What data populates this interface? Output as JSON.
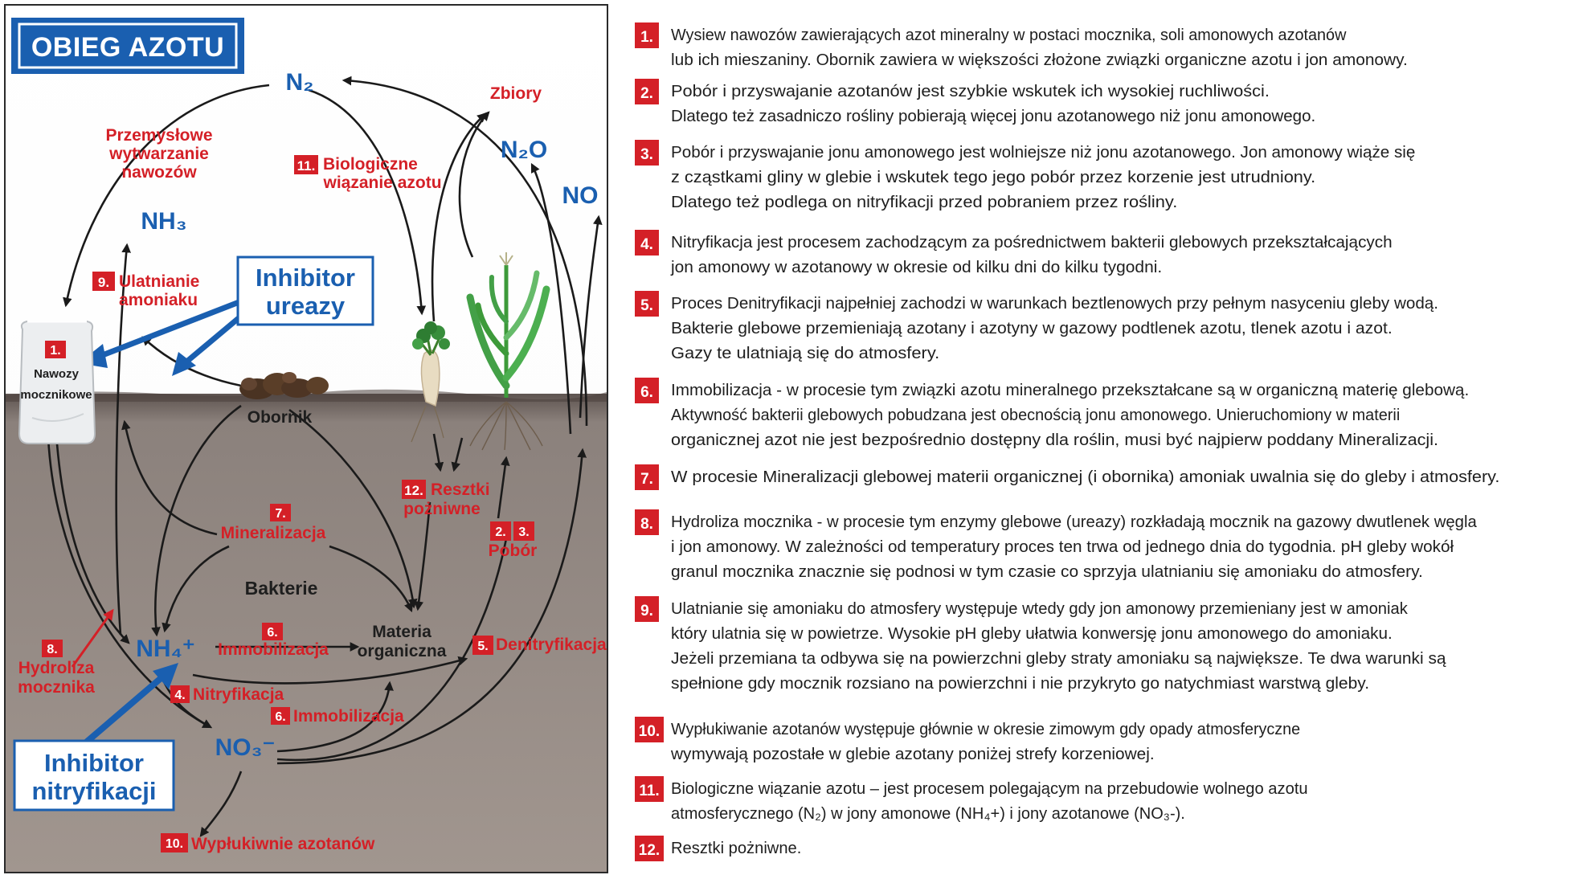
{
  "title": "OBIEG AZOTU",
  "compounds": {
    "n2": "N₂",
    "n2o": "N₂O",
    "no": "NO",
    "nh3": "NH₃",
    "nh4": "NH₄⁺",
    "no3": "NO₃⁻"
  },
  "labels": {
    "harvest": "Zbiory",
    "industrial": [
      "Przemysłowe",
      "wytwarzanie",
      "nawozów"
    ],
    "bio_fix": [
      "Biologiczne",
      "wiązanie azotu"
    ],
    "volatil": [
      "Ulatnianie",
      "amoniaku"
    ],
    "manure": "Obornik",
    "fert_bag": [
      "Nawozy",
      "mocznikowe"
    ],
    "residues": [
      "Resztki",
      "pożniwne"
    ],
    "mineral": "Mineralizacja",
    "uptake": "Pobór",
    "bacteria": "Bakterie",
    "immob1": "Immobilizacja",
    "immob2": "Immobilizacja",
    "organic": [
      "Materia",
      "organiczna"
    ],
    "denitr": "Denitryfikacja",
    "hydrolysis": [
      "Hydroliza",
      "mocznika"
    ],
    "nitrif": "Nitryfikacja",
    "leaching": "Wypłukiwnie azotanów",
    "inhib_urease": [
      "Inhibitor",
      "ureazy"
    ],
    "inhib_nitrif": [
      "Inhibitor",
      "nitryfikacji"
    ]
  },
  "badges": {
    "b1": "1.",
    "b2": "2.",
    "b3": "3.",
    "b4": "4.",
    "b5": "5.",
    "b6a": "6.",
    "b6b": "6.",
    "b7": "7.",
    "b8": "8.",
    "b9": "9.",
    "b10": "10.",
    "b11": "11.",
    "b12": "12."
  },
  "legend": [
    {
      "num": "1.",
      "lines": [
        "Wysiew nawozów zawierających azot mineralny w  postaci mocznika, soli amonowych azotanów",
        "lub ich mieszaniny. Obornik zawiera w większości złożone związki organiczne azotu i jon amonowy."
      ]
    },
    {
      "num": "2.",
      "lines": [
        "Pobór i przyswajanie azotanów   jest szybkie wskutek ich wysokiej ruchliwości.",
        "Dlatego też zasadniczo rośliny pobierają więcej jonu azotanowego niż jonu amonowego."
      ]
    },
    {
      "num": "3.",
      "lines": [
        "Pobór i przyswajanie jonu amonowego   jest wolniejsze niż jonu azotanowego. Jon amonowy wiąże się",
        "z cząstkami gliny w glebie i wskutek tego jego pobór przez korzenie jest utrudniony.",
        "Dlatego też podlega on nitryfikacji przed pobraniem przez rośliny."
      ]
    },
    {
      "num": "4.",
      "lines": [
        "Nitryfikacja  jest procesem zachodzącym za pośrednictwem bakterii glebowych przekształcających",
        "jon amonowy w azotanowy w okresie od kilku dni do kilku tygodni."
      ]
    },
    {
      "num": "5.",
      "lines": [
        "Proces Denitryfikacji najpełniej zachodzi w warunkach beztlenowych przy pełnym nasyceniu gleby wodą.",
        "Bakterie glebowe przemieniają azotany i azotyny w gazowy podtlenek azotu, tlenek azotu i azot.",
        "Gazy te ulatniają się do atmosfery."
      ]
    },
    {
      "num": "6.",
      "lines": [
        "Immobilizacja - w procesie tym związki azotu mineralnego przekształcane są w organiczną materię glebową.",
        "Aktywność bakterii glebowych pobudzana jest obecnością jonu amonowego. Unieruchomiony w materii",
        "organicznej azot nie jest bezpośrednio dostępny dla roślin, musi być najpierw poddany Mineralizacji."
      ]
    },
    {
      "num": "7.",
      "lines": [
        "W procesie Mineralizacji glebowej materii organicznej (i obornika) amoniak uwalnia się do gleby i atmosfery."
      ]
    },
    {
      "num": "8.",
      "lines": [
        "Hydroliza mocznika - w procesie tym  enzymy glebowe (ureazy) rozkładają mocznik na gazowy dwutlenek węgla",
        "i jon amonowy. W zależności od temperatury proces ten trwa od jednego dnia do tygodnia. pH gleby wokół",
        "granul mocznika znacznie się podnosi w tym czasie co sprzyja ulatnianiu się amoniaku do atmosfery."
      ]
    },
    {
      "num": "9.",
      "lines": [
        "Ulatnianie się amoniaku do atmosfery występuje wtedy gdy jon amonowy przemieniany jest w amoniak",
        "który ulatnia się w powietrze. Wysokie pH gleby  ułatwia konwersję jonu amonowego do amoniaku.",
        "Jeżeli przemiana ta odbywa się na powierzchni gleby straty amoniaku są największe.  Te dwa warunki są",
        "spełnione gdy mocznik rozsiano na powierzchni i nie przykryto go natychmiast warstwą gleby."
      ]
    },
    {
      "num": "10.",
      "lines": [
        "Wypłukiwanie  azotanów występuje głównie w okresie zimowym gdy opady atmosferyczne",
        "wymywają pozostałe w glebie azotany poniżej strefy korzeniowej."
      ]
    },
    {
      "num": "11.",
      "lines": [
        "Biologiczne wiązanie azotu – jest procesem polegającym na przebudowie wolnego azotu",
        "atmosferycznego (N₂) w jony amonowe (NH₄+) i jony azotanowe (NO₃-)."
      ]
    },
    {
      "num": "12.",
      "lines": [
        "Resztki pożniwne."
      ]
    }
  ],
  "colors": {
    "accent_red": "#d42027",
    "accent_blue": "#1a5fb0",
    "soil": "#9c928d"
  }
}
